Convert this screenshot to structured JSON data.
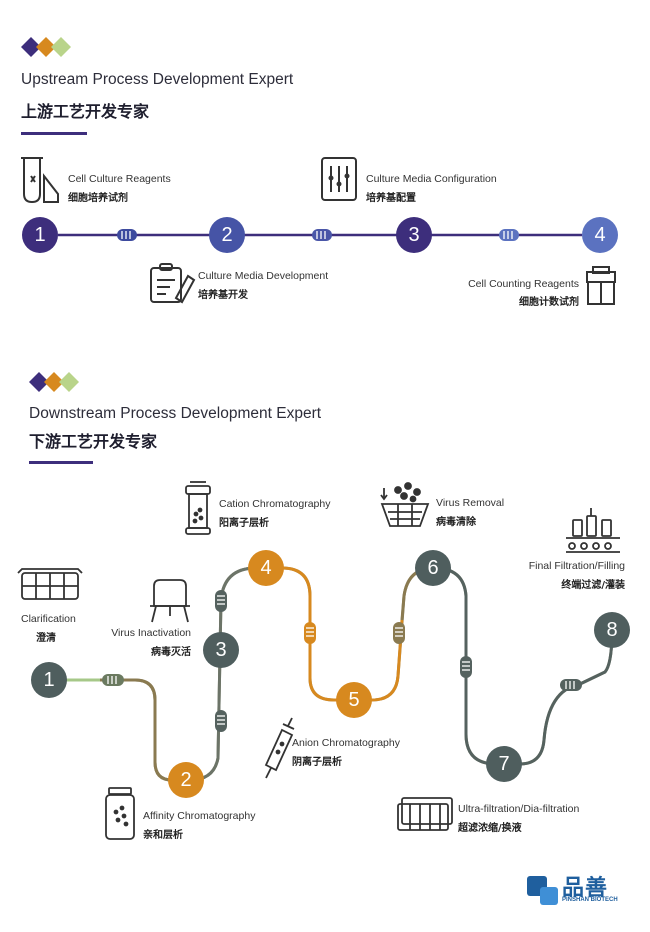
{
  "upstream": {
    "title_en": "Upstream Process Development Expert",
    "title_cn": "上游工艺开发专家",
    "steps": [
      {
        "num": "1",
        "label_en": "Cell Culture Reagents",
        "label_cn": "细胞培养试剂",
        "icon": "test-tube-icon"
      },
      {
        "num": "2",
        "label_en": "Culture Media Development",
        "label_cn": "培养基开发",
        "icon": "clipboard-icon"
      },
      {
        "num": "3",
        "label_en": "Culture Media Configuration",
        "label_cn": "培养基配置",
        "icon": "vial-rack-icon"
      },
      {
        "num": "4",
        "label_en": "Cell Counting Reagents",
        "label_cn": "细胞计数试剂",
        "icon": "cell-counter-icon"
      }
    ],
    "colors": {
      "dark": "#3d2e7c",
      "mid": "#4a56a8",
      "light": "#5b72c0"
    }
  },
  "downstream": {
    "title_en": "Downstream Process Development Expert",
    "title_cn": "下游工艺开发专家",
    "steps": [
      {
        "num": "1",
        "label_en": "Clarification",
        "label_cn": "澄清",
        "icon": "filter-grid-icon",
        "color": "#4f5e5e"
      },
      {
        "num": "2",
        "label_en": "Affinity Chromatography",
        "label_cn": "亲和层析",
        "icon": "reagent-bottle-icon",
        "color": "#d7891f"
      },
      {
        "num": "3",
        "label_en": "Virus Inactivation",
        "label_cn": "病毒灭活",
        "icon": "tank-icon",
        "color": "#4f5e5e"
      },
      {
        "num": "4",
        "label_en": "Cation Chromatography",
        "label_cn": "阳离子层析",
        "icon": "column-icon",
        "color": "#d7891f"
      },
      {
        "num": "5",
        "label_en": "Anion Chromatography",
        "label_cn": "阴离子层析",
        "icon": "syringe-icon",
        "color": "#d7891f"
      },
      {
        "num": "6",
        "label_en": "Virus Removal",
        "label_cn": "病毒清除",
        "icon": "virus-filter-icon",
        "color": "#4f5e5e"
      },
      {
        "num": "7",
        "label_en": "Ultra-filtration/Dia-filtration",
        "label_cn": "超滤浓缩/换液",
        "icon": "cassette-icon",
        "color": "#4f5e5e"
      },
      {
        "num": "8",
        "label_en": "Final Filtration/Filling",
        "label_cn": "终端过滤/灌装",
        "icon": "filling-line-icon",
        "color": "#4f5e5e"
      }
    ]
  },
  "logo": {
    "brand_cn": "品善",
    "brand_en": "PINSHAN BIOTECH",
    "color": "#1f5f9e"
  }
}
